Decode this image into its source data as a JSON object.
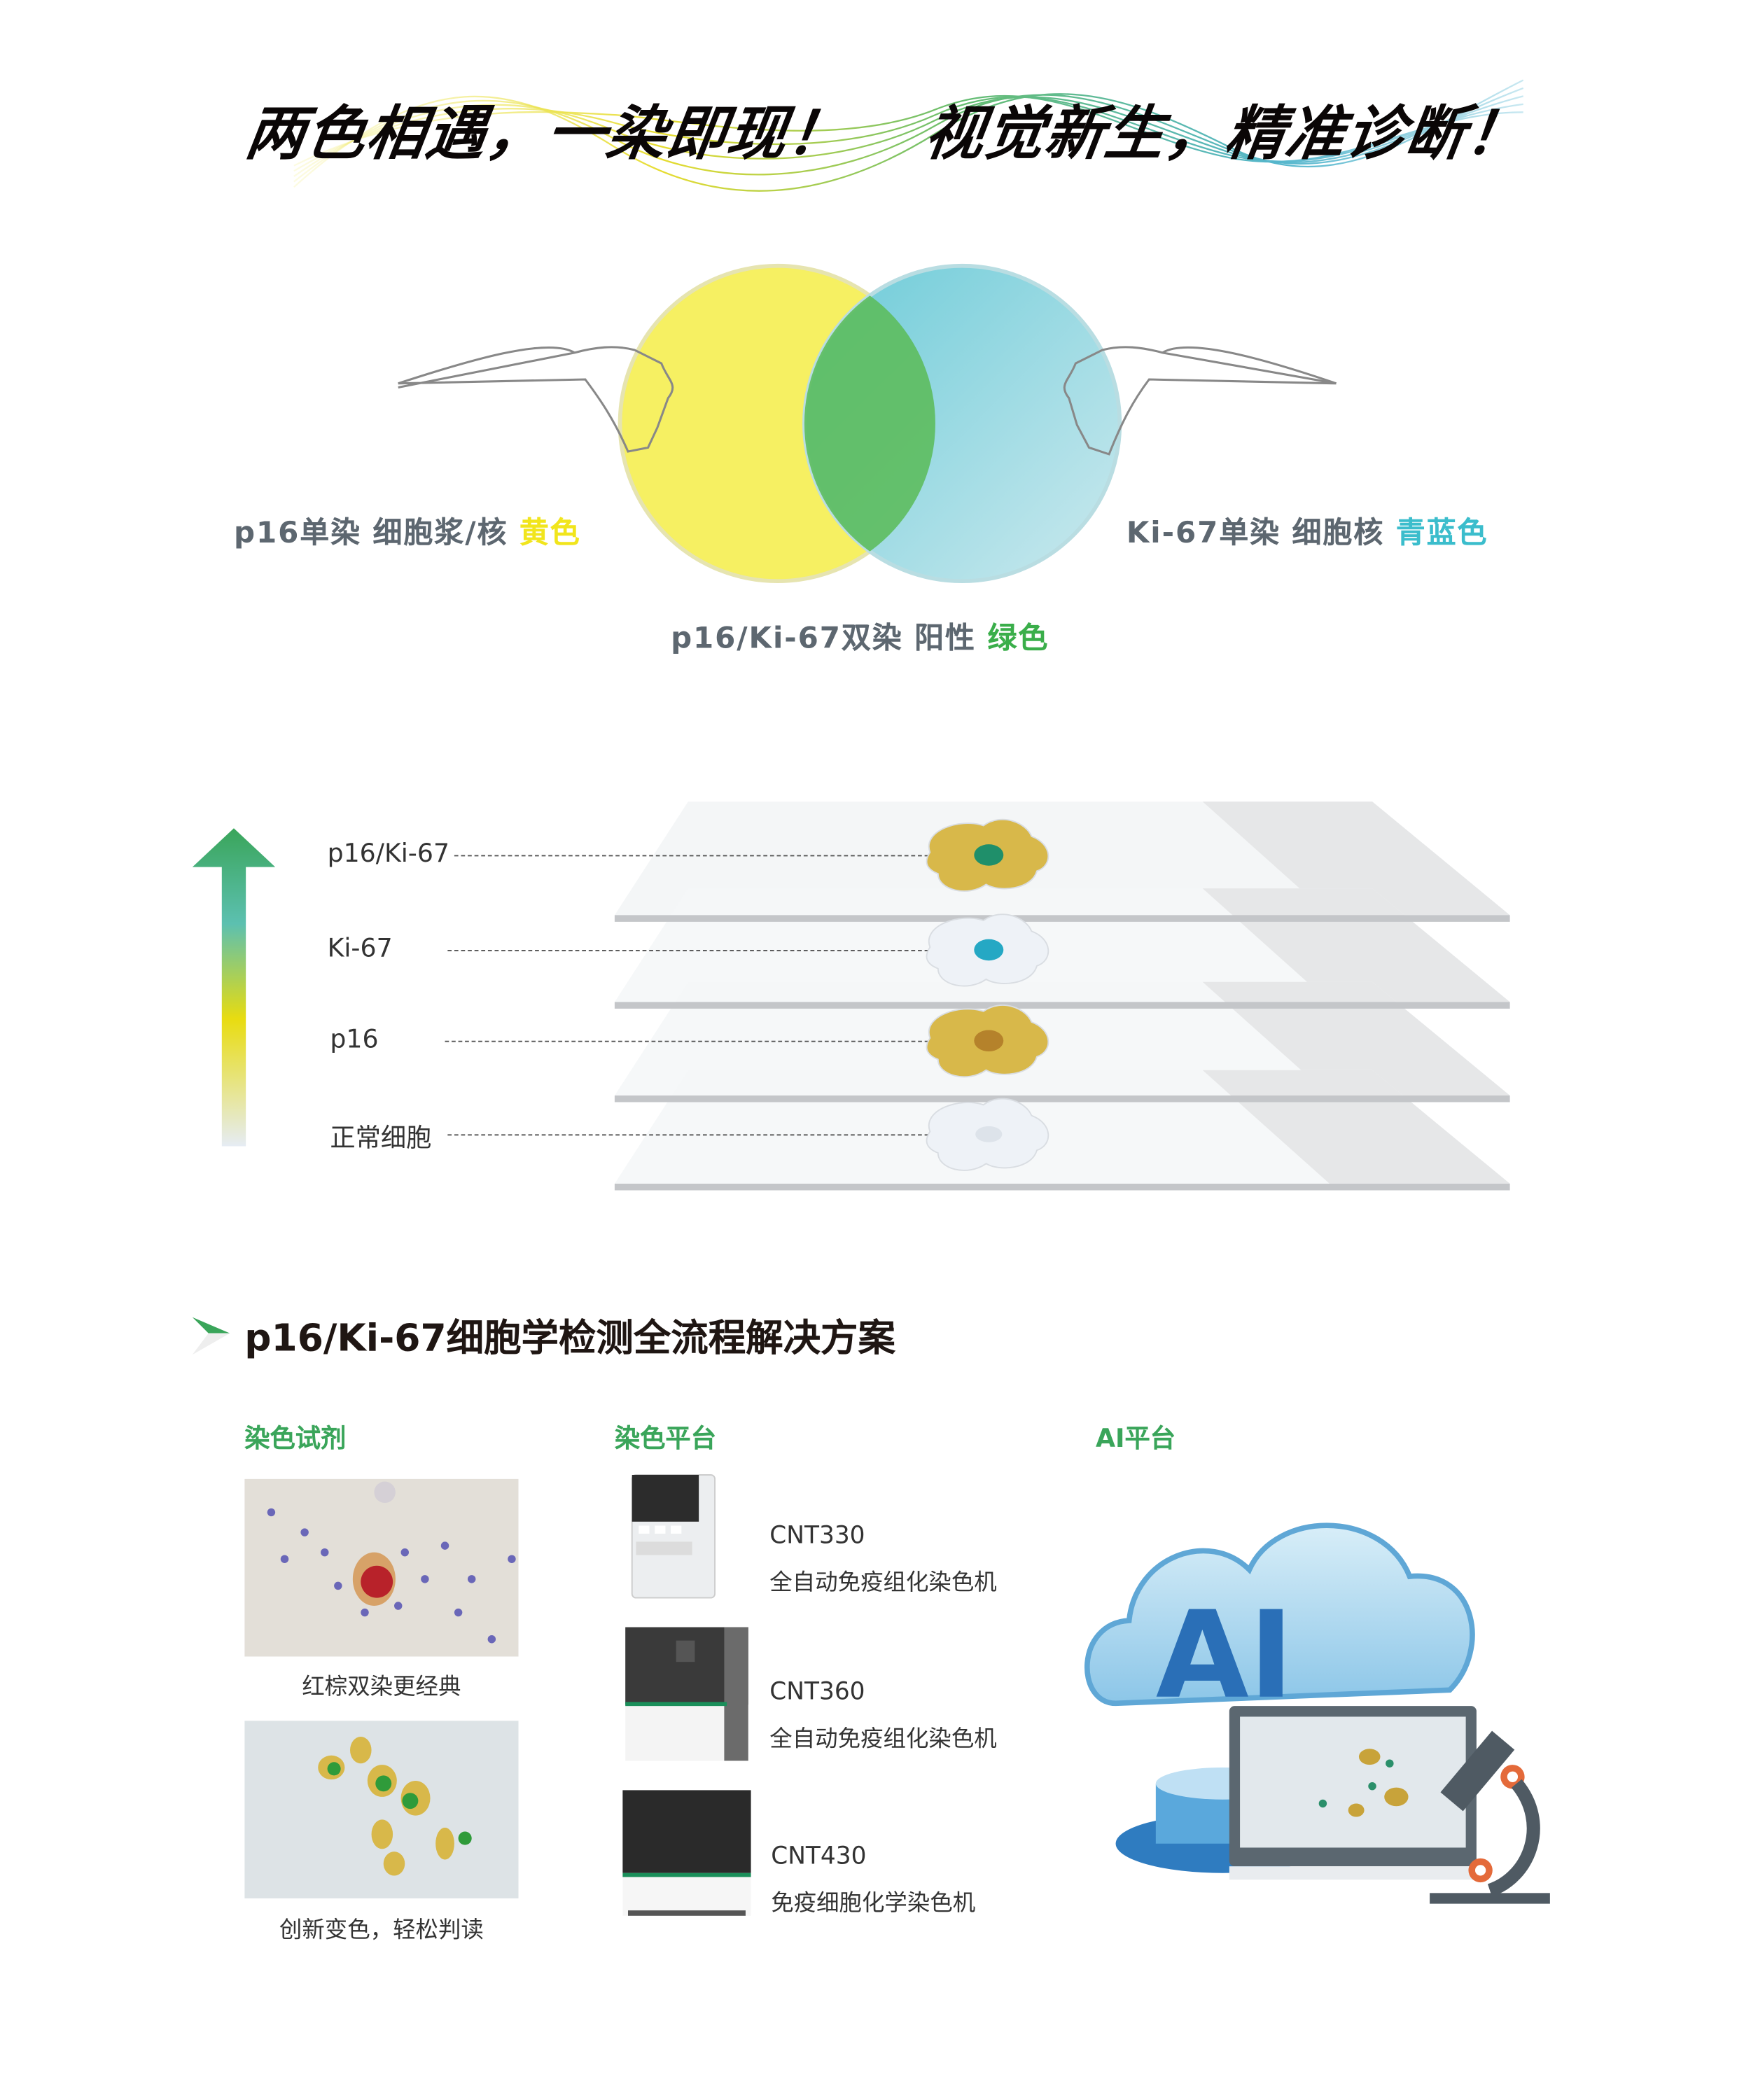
{
  "header": {
    "slogan_left": "两色相遇，一染即现！",
    "slogan_right": "视觉新生，精准诊断！"
  },
  "venn": {
    "left_label": {
      "text": "p16单染  细胞浆/核 ",
      "color_word": "黄色",
      "color": "#f1e51c"
    },
    "right_label": {
      "text": "Ki-67单染 细胞核 ",
      "color_word": "青蓝色",
      "color": "#3bbdcc"
    },
    "bottom_label": {
      "text": "p16/Ki-67双染 阳性 ",
      "color_word": "绿色",
      "color": "#3aae4a"
    },
    "colors": {
      "yellow": "#f6f062",
      "cyan": "#7fd0dc",
      "green": "#5dbc5e"
    }
  },
  "layers": {
    "items": [
      {
        "label": "p16/Ki-67",
        "cell": "#d8b84a",
        "nucleus": "#1f8f6a"
      },
      {
        "label": "Ki-67",
        "cell": "#eef2f7",
        "nucleus": "#25a8c4"
      },
      {
        "label": "p16",
        "cell": "#d8b84a",
        "nucleus": "#b5822b"
      },
      {
        "label": "正常细胞",
        "cell": "#eef2f7",
        "nucleus": "#dde3ea"
      }
    ]
  },
  "solution": {
    "title": "p16/Ki-67细胞学检测全流程解决方案",
    "columns": {
      "reagent": {
        "heading": "染色试剂",
        "images": [
          {
            "caption": "红棕双染更经典"
          },
          {
            "caption": "创新变色，轻松判读"
          }
        ]
      },
      "platform": {
        "heading": "染色平台",
        "instruments": [
          {
            "model": "CNT330",
            "desc": "全自动免疫组化染色机"
          },
          {
            "model": "CNT360",
            "desc": "全自动免疫组化染色机"
          },
          {
            "model": "CNT430",
            "desc": "免疫细胞化学染色机"
          }
        ]
      },
      "ai": {
        "heading": "AI平台",
        "logo_text": "AI"
      }
    }
  }
}
